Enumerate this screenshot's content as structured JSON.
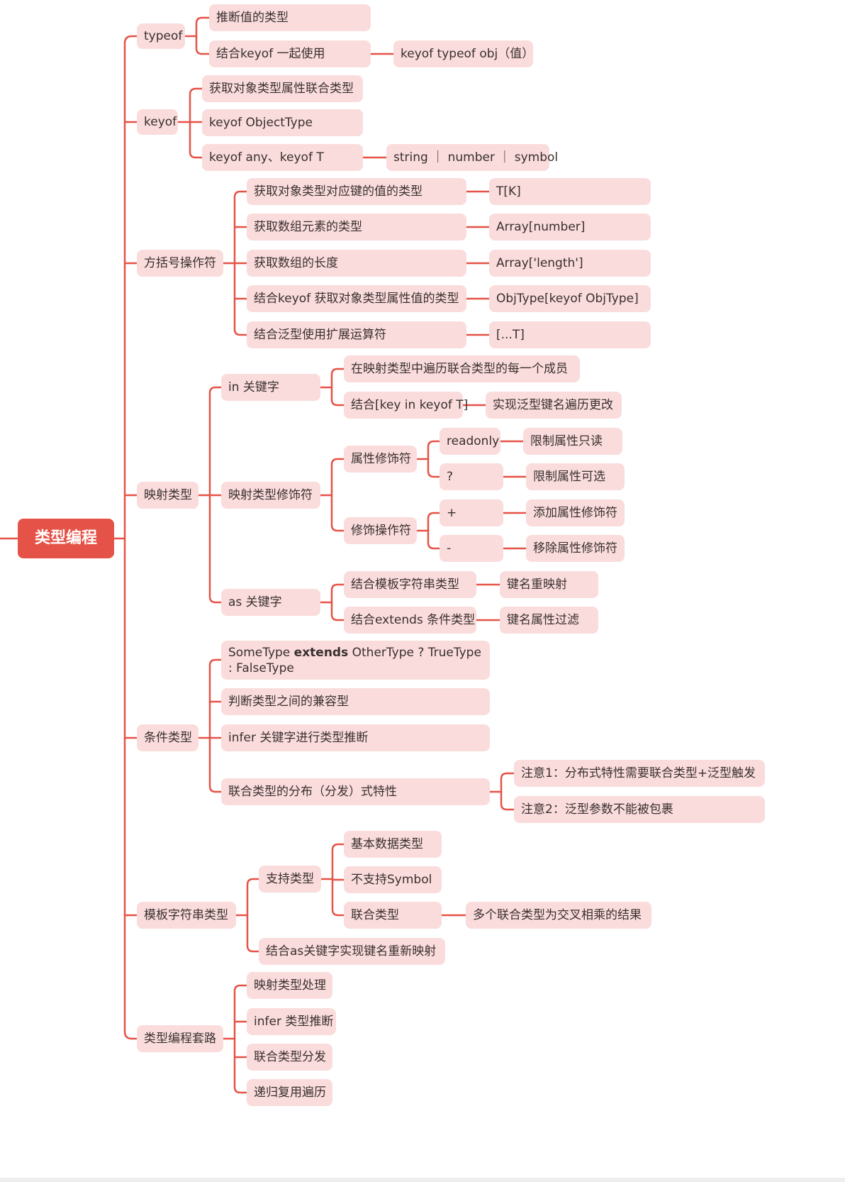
{
  "root": "类型编程",
  "typeof": {
    "label": "typeof",
    "c1": "推断值的类型",
    "c2": "结合keyof 一起使用",
    "c2_child": "keyof typeof obj（值）"
  },
  "keyof": {
    "label": "keyof",
    "c1": "获取对象类型属性联合类型",
    "c2": "keyof ObjectType",
    "c3": "keyof any、keyof T",
    "c3_child": "string ｜ number ｜ symbol"
  },
  "bracket": {
    "label": "方括号操作符",
    "items": [
      {
        "label": "获取对象类型对应键的值的类型",
        "child": "T[K]"
      },
      {
        "label": "获取数组元素的类型",
        "child": "Array[number]"
      },
      {
        "label": "获取数组的长度",
        "child": "Array['length']"
      },
      {
        "label": "结合keyof 获取对象类型属性值的类型",
        "child": "ObjType[keyof ObjType]"
      },
      {
        "label": "结合泛型使用扩展运算符",
        "child": "[...T]"
      }
    ]
  },
  "mapped": {
    "label": "映射类型",
    "in_kw": {
      "label": "in 关键字",
      "c1": "在映射类型中遍历联合类型的每一个成员",
      "c2": "结合[key in keyof T]",
      "c2_child": "实现泛型键名遍历更改"
    },
    "modifiers": {
      "label": "映射类型修饰符",
      "prop_mod": {
        "label": "属性修饰符",
        "readonly": "readonly",
        "readonly_child": "限制属性只读",
        "optional": "?",
        "optional_child": "限制属性可选"
      },
      "op_mod": {
        "label": "修饰操作符",
        "plus": "+",
        "plus_child": "添加属性修饰符",
        "minus": "-",
        "minus_child": "移除属性修饰符"
      }
    },
    "as_kw": {
      "label": "as 关键字",
      "c1": "结合模板字符串类型",
      "c1_child": "键名重映射",
      "c2": "结合extends 条件类型",
      "c2_child": "键名属性过滤"
    }
  },
  "conditional": {
    "label": "条件类型",
    "c1_a": "SomeType ",
    "c1_b": "extends",
    "c1_c": " OtherType ? TrueType : FalseType",
    "c2": "判断类型之间的兼容型",
    "c3": "infer 关键字进行类型推断",
    "c4": "联合类型的分布（分发）式特性",
    "c4_note1": "注意1：分布式特性需要联合类型+泛型触发",
    "c4_note2": "注意2：泛型参数不能被包裹"
  },
  "template": {
    "label": "模板字符串类型",
    "support": {
      "label": "支持类型",
      "c1": "基本数据类型",
      "c2": "不支持Symbol",
      "c3": "联合类型",
      "c3_child": "多个联合类型为交叉相乘的结果"
    },
    "c2": "结合as关键字实现键名重新映射"
  },
  "routine": {
    "label": "类型编程套路",
    "items": [
      "映射类型处理",
      "infer 类型推断",
      "联合类型分发",
      "递归复用遍历"
    ]
  },
  "colors": {
    "line": "#e55247",
    "node_bg": "#fadcdc",
    "root_bg": "#e55247",
    "text": "#3a2f2f"
  }
}
